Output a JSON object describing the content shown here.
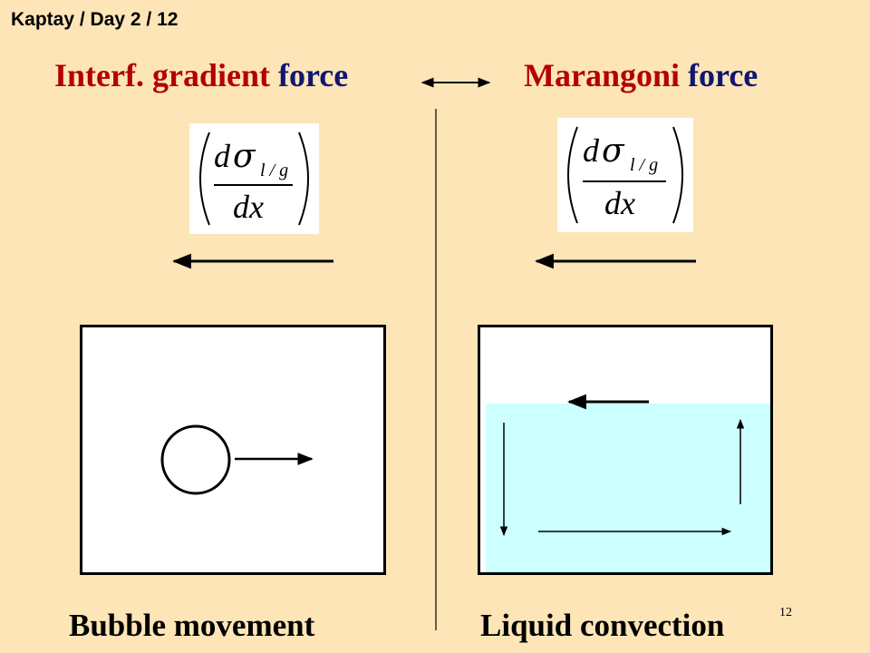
{
  "header": "Kaptay / Day 2 / 12",
  "titles": {
    "left": {
      "part1": "Interf. gradient ",
      "part2": "force"
    },
    "right": {
      "part1": "Marangoni ",
      "part2": "force"
    }
  },
  "formula": {
    "numerator_d": "d",
    "sigma": "σ",
    "subscript": "l / g",
    "denominator": "dx"
  },
  "captions": {
    "left": "Bubble movement",
    "right": "Liquid convection"
  },
  "slide_number": "12",
  "colors": {
    "background": "#FDE5B7",
    "title_red": "#B30000",
    "title_blue": "#0F1770",
    "liquid": "#CCFFFF"
  }
}
